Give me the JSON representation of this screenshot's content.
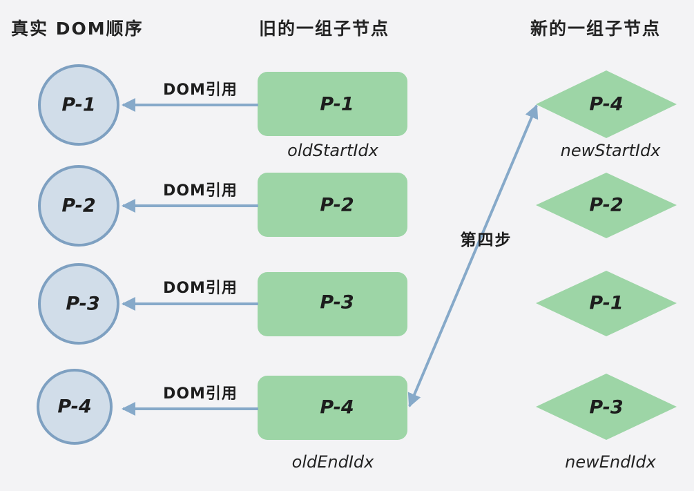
{
  "columns": {
    "real_dom_title": "真实 DOM顺序",
    "old_title": "旧的一组子节点",
    "new_title": "新的一组子节点"
  },
  "real_dom": [
    {
      "label": "P-1"
    },
    {
      "label": "P-2"
    },
    {
      "label": "P-3"
    },
    {
      "label": "P-4"
    }
  ],
  "old_children": [
    {
      "label": "P-1"
    },
    {
      "label": "P-2"
    },
    {
      "label": "P-3"
    },
    {
      "label": "P-4"
    }
  ],
  "new_children": [
    {
      "label": "P-4"
    },
    {
      "label": "P-2"
    },
    {
      "label": "P-1"
    },
    {
      "label": "P-3"
    }
  ],
  "references": [
    {
      "label": "DOM引用"
    },
    {
      "label": "DOM引用"
    },
    {
      "label": "DOM引用"
    },
    {
      "label": "DOM引用"
    }
  ],
  "pointers": {
    "old_start": "oldStartIdx",
    "old_end": "oldEndIdx",
    "new_start": "newStartIdx",
    "new_end": "newEndIdx"
  },
  "step": {
    "label": "第四步"
  },
  "colors": {
    "circle_fill": "#d1dde9",
    "circle_stroke": "#7ea0c1",
    "green_fill": "#9dd5a6",
    "arrow": "#86a9c9",
    "background": "#f3f3f5"
  }
}
